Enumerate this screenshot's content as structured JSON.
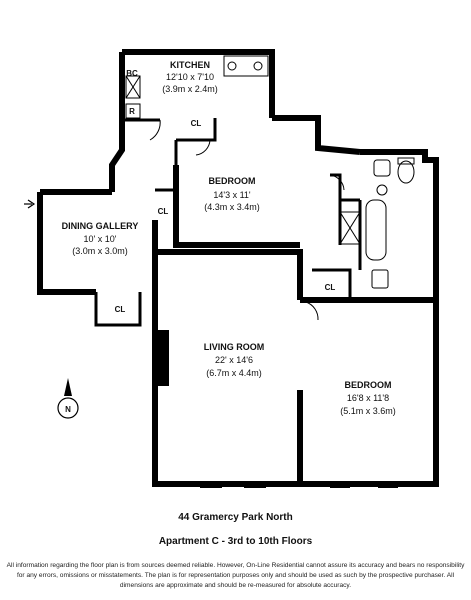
{
  "plan": {
    "kitchen": {
      "name": "KITCHEN",
      "dim_ft": "12'10 x 7'10",
      "dim_m": "(3.9m x 2.4m)"
    },
    "bedroom1": {
      "name": "BEDROOM",
      "dim_ft": "14'3 x 11'",
      "dim_m": "(4.3m x 3.4m)"
    },
    "dining": {
      "name": "DINING GALLERY",
      "dim_ft": "10' x 10'",
      "dim_m": "(3.0m x 3.0m)"
    },
    "living": {
      "name": "LIVING ROOM",
      "dim_ft": "22' x 14'6",
      "dim_m": "(6.7m x 4.4m)"
    },
    "bedroom2": {
      "name": "BEDROOM",
      "dim_ft": "16'8 x 11'8",
      "dim_m": "(5.1m x 3.6m)"
    },
    "closet_label": "CL",
    "bc_label": "BC",
    "r_label": "R",
    "compass_label": "N"
  },
  "address": "44 Gramercy Park North",
  "unit": "Apartment C - 3rd to 10th Floors",
  "disclaimer": "All information regarding the floor plan is from sources deemed reliable. However, On-Line Residential cannot assure its accuracy and bears no responsibility for any errors, omissions or misstatements. The plan is for representation purposes only and should be used as such by the prospective purchaser. All dimensions are approximate and should be re-measured for absolute accuracy."
}
